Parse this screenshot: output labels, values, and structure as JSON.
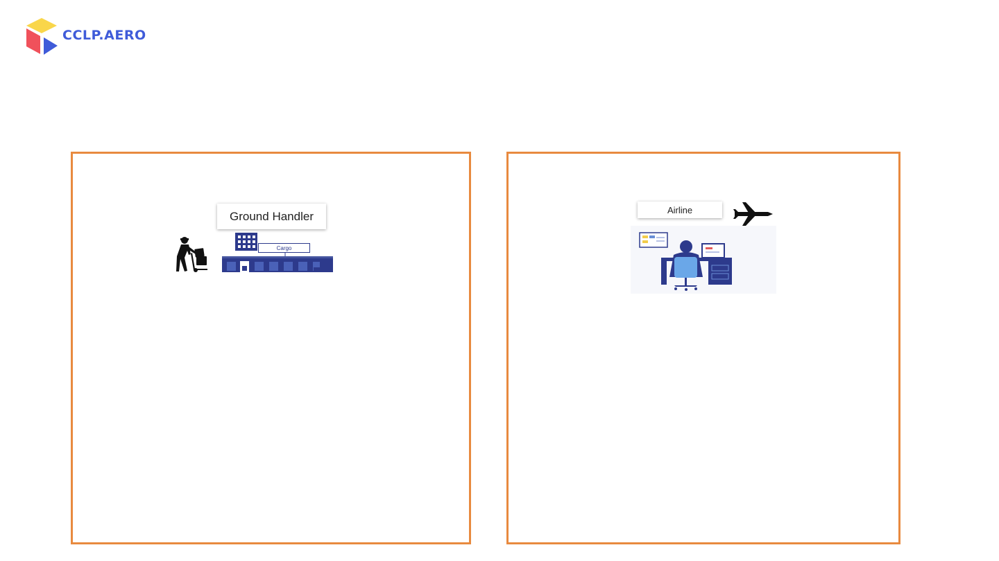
{
  "brand": {
    "name": "CCLP.AERO",
    "colors": {
      "yellow": "#f9d64a",
      "red": "#f0515b",
      "blue": "#3f5bd9"
    }
  },
  "panels": [
    {
      "id": "ground-handler",
      "label": "Ground Handler",
      "sign": "Cargo",
      "border_color": "#e88a3f",
      "icons": [
        "handcart-worker-icon",
        "cargo-warehouse-icon",
        "truck-icon"
      ]
    },
    {
      "id": "airline",
      "label": "Airline",
      "border_color": "#e88a3f",
      "icons": [
        "airplane-icon",
        "office-worker-icon",
        "computer-monitor-icon",
        "wall-board-icon"
      ]
    }
  ]
}
